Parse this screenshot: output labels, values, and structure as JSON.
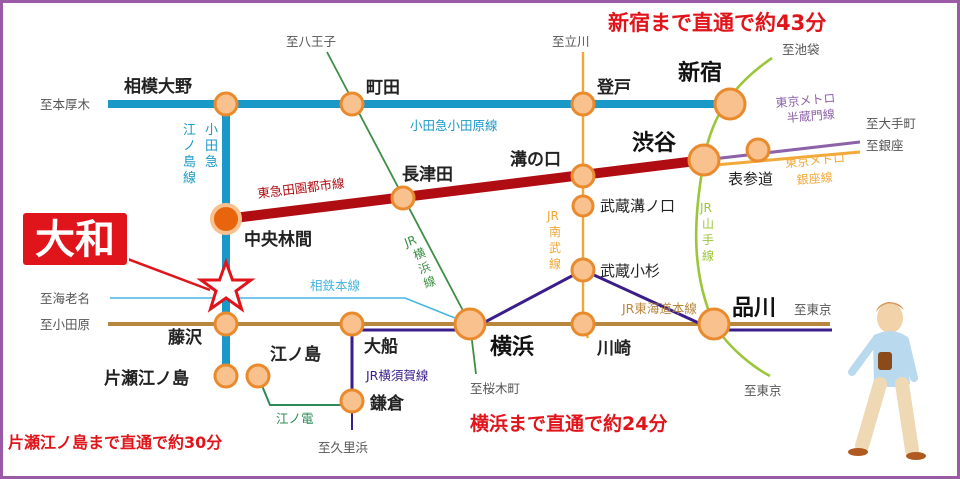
{
  "headline_shinjuku": "新宿まで直通で約43分",
  "headline_yokohama": "横浜まで直通で約24分",
  "headline_enoshima": "片瀬江ノ島まで直通で約30分",
  "yamato_label": "大和",
  "stations": {
    "sagamiono": "相模大野",
    "machida": "町田",
    "noborito": "登戸",
    "shinjuku": "新宿",
    "shibuya": "渋谷",
    "omotesando": "表参道",
    "mizonokuchi": "溝の口",
    "nagatsuta": "長津田",
    "chuorinkan": "中央林間",
    "musashimizonokuchi": "武蔵溝ノ口",
    "musashikosugi": "武蔵小杉",
    "yokohama": "横浜",
    "shinagawa": "品川",
    "kawasaki": "川崎",
    "fujisawa": "藤沢",
    "ofuna": "大船",
    "enoshima": "江ノ島",
    "katase_enoshima": "片瀬江ノ島",
    "kamakura": "鎌倉"
  },
  "destinations": {
    "hachioji": "至八王子",
    "tachikawa": "至立川",
    "ikebukuro": "至池袋",
    "honatsugi": "至本厚木",
    "otemachi": "至大手町",
    "ginza": "至銀座",
    "ebina": "至海老名",
    "odawara": "至小田原",
    "tokyo_east": "至東京",
    "tokyo_south": "至東京",
    "sakuragicho": "至桜木町",
    "kurihama": "至久里浜"
  },
  "lines": {
    "odakyu_odawara": "小田急小田原線",
    "odakyu_enoshima": [
      "小",
      "田",
      "急",
      "江",
      "ノ",
      "島",
      "線"
    ],
    "denentoshi": "東急田園都市線",
    "jr_yokohama": [
      "JR",
      "横",
      "浜",
      "線"
    ],
    "jr_nambu": [
      "JR",
      "南",
      "武",
      "線"
    ],
    "jr_yamanote": [
      "JR",
      "山",
      "手",
      "線"
    ],
    "hanzomon": [
      "東京メトロ",
      "半蔵門線"
    ],
    "ginza_line": [
      "東京メトロ",
      "銀座線"
    ],
    "sotetsu": "相鉄本線",
    "jr_tokaido": "JR東海道本線",
    "jr_yokosuka": "JR横須賀線",
    "enoden": "江ノ電"
  },
  "colors": {
    "odakyu": "#1a98c8",
    "denentoshi": "#b00d12",
    "jr_yokohama": "#3e8e45",
    "jr_nambu": "#f0a733",
    "jr_yamanote": "#9bc63a",
    "hanzomon": "#8d62a9",
    "ginza_line": "#f2a93a",
    "sotetsu": "#47b5df",
    "tokaido": "#b8873e",
    "yokosuka": "#3a1d8a",
    "enoden": "#2e8b57",
    "headline": "#e0151b",
    "station_fill": "#f8c18e",
    "station_stroke": "#e98a2c"
  }
}
